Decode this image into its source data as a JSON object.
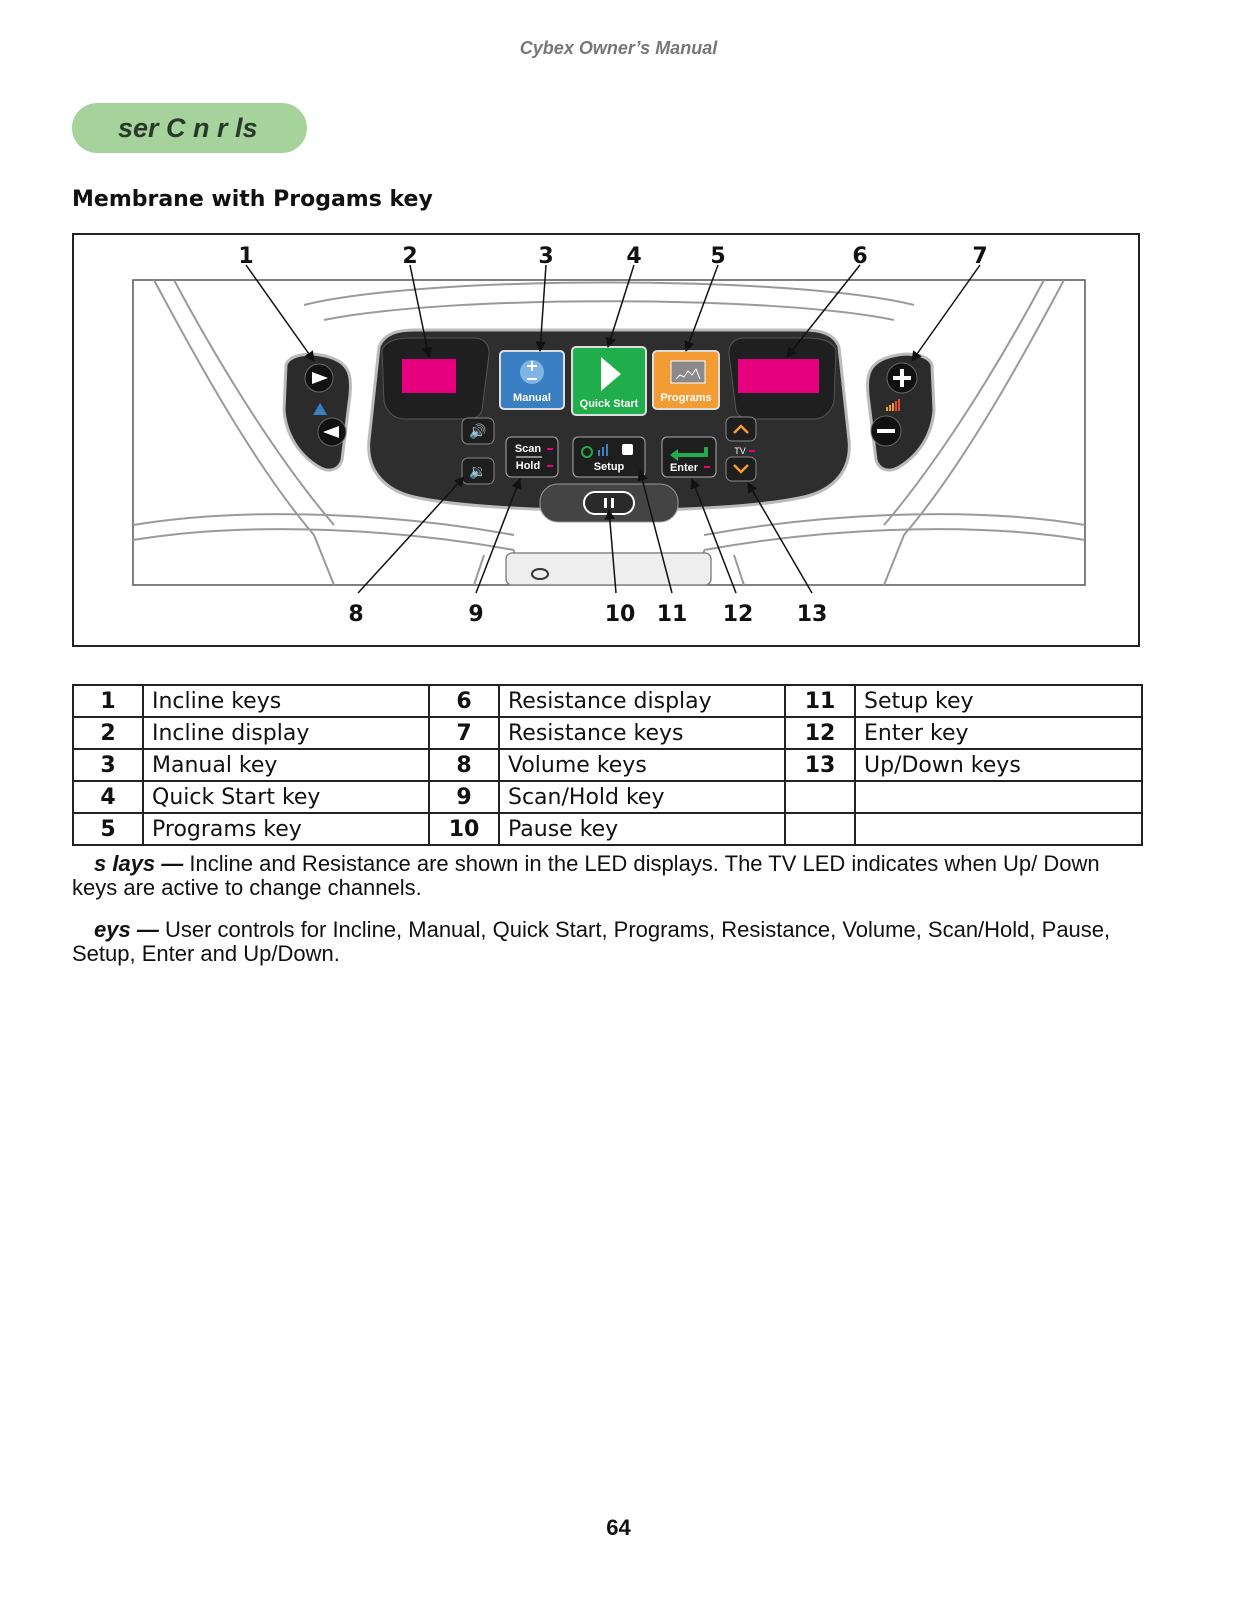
{
  "header": {
    "title": "Cybex Owner’s Manual"
  },
  "section": {
    "title": "ser C  n r  ls"
  },
  "subheading": "Membrane with Progams key",
  "figure": {
    "callouts_top": [
      "1",
      "2",
      "3",
      "4",
      "5",
      "6",
      "7"
    ],
    "callouts_bottom": [
      "8",
      "9",
      "10",
      "11",
      "12",
      "13"
    ],
    "labels": {
      "manual": "Manual",
      "quick_start": "Quick Start",
      "programs": "Programs",
      "scan": "Scan",
      "hold": "Hold",
      "setup": "Setup",
      "enter": "Enter",
      "tv": "TV"
    },
    "colors": {
      "display_led": "#e6007e",
      "manual_key": "#3a7fc1",
      "quick_start_key": "#1fae4b",
      "programs_key": "#f39c34",
      "console": "#2e2e2e"
    }
  },
  "legend": {
    "rows": [
      {
        "n1": "1",
        "t1": "Incline keys",
        "n2": "6",
        "t2": "Resistance display",
        "n3": "11",
        "t3": "Setup key"
      },
      {
        "n1": "2",
        "t1": "Incline display",
        "n2": "7",
        "t2": "Resistance keys",
        "n3": "12",
        "t3": "Enter key"
      },
      {
        "n1": "3",
        "t1": "Manual key",
        "n2": "8",
        "t2": "Volume keys",
        "n3": "13",
        "t3": "Up/Down keys"
      },
      {
        "n1": "4",
        "t1": "Quick Start key",
        "n2": "9",
        "t2": "Scan/Hold key",
        "n3": "",
        "t3": ""
      },
      {
        "n1": "5",
        "t1": "Programs key",
        "n2": "10",
        "t2": "Pause key",
        "n3": "",
        "t3": ""
      }
    ]
  },
  "paragraphs": {
    "displays_lead": "s  lays —",
    "displays_text": "Incline and Resistance are shown in the LED displays. The TV LED indicates when Up/ Down keys are active to change channels.",
    "keys_lead": "eys —",
    "keys_text": "User controls for Incline, Manual, Quick Start, Programs, Resistance, Volume, Scan/Hold, Pause, Setup, Enter and Up/Down."
  },
  "page_number": "64"
}
